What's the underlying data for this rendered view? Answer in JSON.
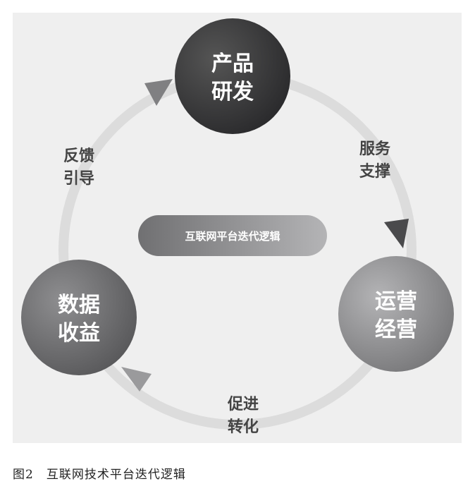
{
  "nodes": [
    {
      "line1": "产品",
      "line2": "研发",
      "color": "#3a3a3c"
    },
    {
      "line1": "运营",
      "line2": "经营",
      "color": "#8e8e90"
    },
    {
      "line1": "数据",
      "line2": "收益",
      "color": "#6e6e70"
    }
  ],
  "edges": [
    {
      "line1": "服务",
      "line2": "支撑"
    },
    {
      "line1": "促进",
      "line2": "转化"
    },
    {
      "line1": "反馈",
      "line2": "引导"
    }
  ],
  "center_label": "互联网平台迭代逻辑",
  "caption": "图2　互联网技术平台迭代逻辑"
}
